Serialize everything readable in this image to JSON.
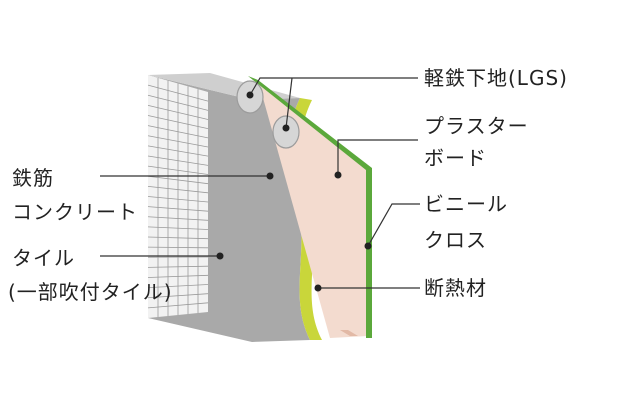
{
  "colors": {
    "tile_face": "#f2f2f2",
    "tile_grid": "#9a9a9a",
    "tile_top": "#e4e4e4",
    "concrete": "#a9a9a9",
    "concrete_top": "#cfcfcf",
    "insulation": "#c9d63a",
    "board_face": "#f3dbcf",
    "board_edge": "#e2b9a6",
    "vinyl": "#5ba83b",
    "leader": "#333333"
  },
  "labels": {
    "lgs": "軽鉄下地(LGS)",
    "plaster_line1": "プラスター",
    "plaster_line2": "ボード",
    "concrete_line1": "鉄筋",
    "concrete_line2": "コンクリート",
    "vinyl_line1": "ビニール",
    "vinyl_line2": "クロス",
    "tile_line1": "タイル",
    "tile_line2": "(一部吹付タイル)",
    "insulation": "断熱材"
  },
  "icons": {
    "pointer": "filled-dot",
    "stud": "lgs-stud"
  }
}
